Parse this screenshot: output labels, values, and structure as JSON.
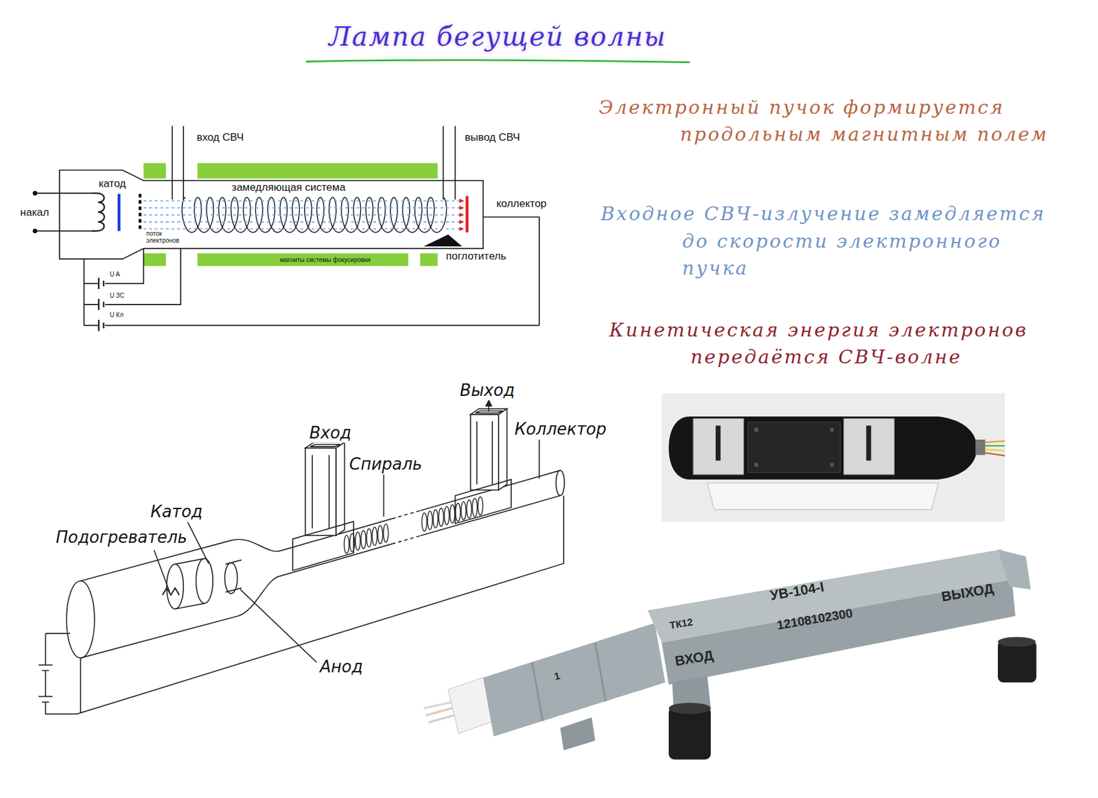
{
  "diagram": {
    "title": "Лампа бегущей волны",
    "labels": [
      "вход СВЧ",
      "вывод СВЧ",
      "катод",
      "накал",
      "замедляющая система",
      "коллектор",
      "поток электронов",
      "поглотитель",
      "магниты системы фокусировки",
      "U A",
      "U ЗС",
      "U Кл",
      "Электронный пучок формируется продольным магнитным полем",
      "Входное СВЧ-излучение замедляется до скорости электронного пучка",
      "Кинетическая энергия электронов передаётся СВЧ-волне",
      "Выход",
      "Вход",
      "Спираль",
      "Коллектор",
      "Катод",
      "Подогреватель",
      "Анод",
      "УВ-104-I",
      "ТК12",
      "12108102300",
      "ВХОД",
      "ВЫХОД",
      "1"
    ]
  }
}
